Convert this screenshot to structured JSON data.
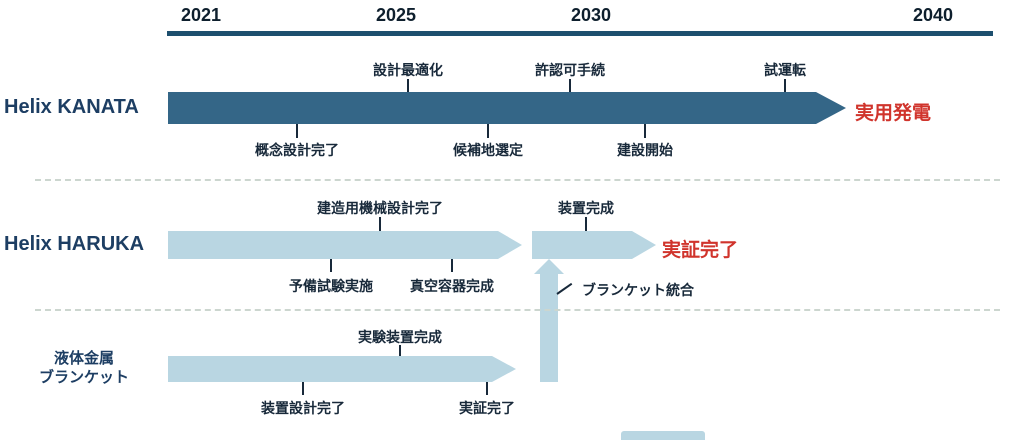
{
  "colors": {
    "dark": "#346687",
    "light": "#b9d6e2",
    "red": "#d0342c",
    "navy": "#1d3e63",
    "text": "#18293a",
    "axis": "#1d4f6e",
    "separator": "#ccd6cf"
  },
  "axis": {
    "years": [
      "2021",
      "2025",
      "2030",
      "2040"
    ]
  },
  "rows": [
    {
      "label": "Helix KANATA",
      "result": "実用発電",
      "above": [
        "設計最適化",
        "許認可手続",
        "試運転"
      ],
      "below": [
        "概念設計完了",
        "候補地選定",
        "建設開始"
      ]
    },
    {
      "label": "Helix HARUKA",
      "result": "実証完了",
      "above": [
        "建造用機械設計完了",
        "装置完成"
      ],
      "below": [
        "予備試験実施",
        "真空容器完成",
        "ブランケット統合"
      ]
    },
    {
      "label_lines": [
        "液体金属",
        "ブランケット"
      ],
      "above": [
        "実験装置完成"
      ],
      "below": [
        "装置設計完了",
        "実証完了"
      ]
    }
  ]
}
